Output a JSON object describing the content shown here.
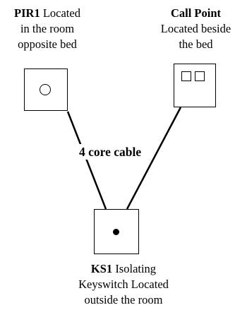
{
  "pir": {
    "name": "PIR1",
    "line1_rest": " Located",
    "line2": "in the room",
    "line3": "opposite bed"
  },
  "call_point": {
    "name": "Call Point",
    "line2": "Located beside",
    "line3": "the bed"
  },
  "cable": {
    "label": "4 core cable"
  },
  "keyswitch": {
    "name": "KS1",
    "line1_rest": " Isolating",
    "line2": "Keyswitch Located",
    "line3": "outside the room"
  },
  "icons": {
    "pir": "motion-sensor-icon",
    "call_point": "call-button-icon",
    "keyswitch": "keyswitch-icon"
  }
}
